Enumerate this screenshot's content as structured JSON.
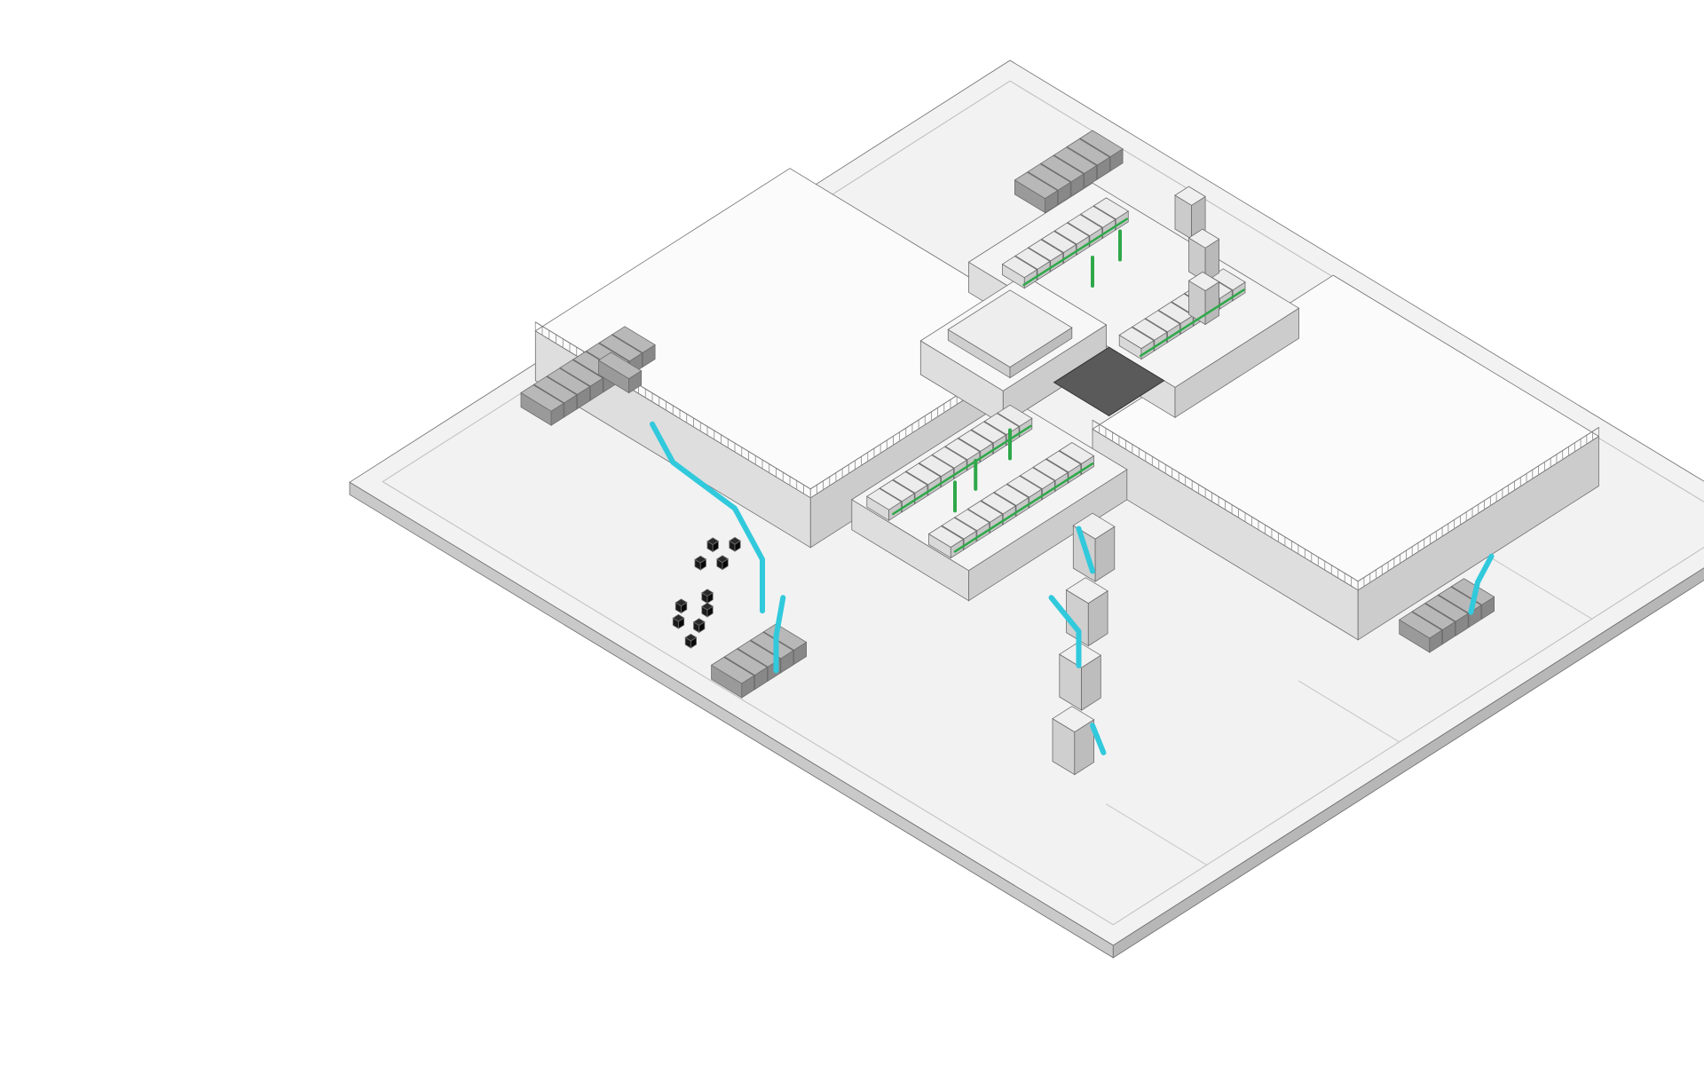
{
  "diagram": {
    "view": "isometric",
    "labels": [],
    "colors": {
      "background": "#ffffff",
      "slab_top": "#f2f2f2",
      "slab_side": "#c9c9c9",
      "roof": "#fbfbfb",
      "wall": "#dedede",
      "wall_dark": "#b4b4b4",
      "equipment": "#d9d9d9",
      "equipment_dark": "#8f8f8f",
      "generator": "#9a9a9a",
      "piping": "#31c9dc",
      "conduit": "#2fa84a",
      "tank": "#1a1a1a",
      "pit": "#5a5a5a",
      "outline": "#6d6d6d"
    },
    "elements": [
      {
        "name": "site-slab",
        "kind": "slab"
      },
      {
        "name": "data-hall-west",
        "kind": "roof"
      },
      {
        "name": "data-hall-east",
        "kind": "roof"
      },
      {
        "name": "central-corridor",
        "kind": "roof"
      },
      {
        "name": "mechanical-yard",
        "kind": "roof"
      },
      {
        "name": "courtyard-pit",
        "kind": "pit"
      },
      {
        "name": "generator-banks",
        "kind": "generator"
      },
      {
        "name": "chiller-rows",
        "kind": "equipment"
      },
      {
        "name": "cooling-towers",
        "kind": "equipment"
      },
      {
        "name": "chilled-water-piping",
        "kind": "piping"
      },
      {
        "name": "electrical-conduits",
        "kind": "conduit"
      },
      {
        "name": "fuel-tanks",
        "kind": "tank"
      }
    ]
  }
}
